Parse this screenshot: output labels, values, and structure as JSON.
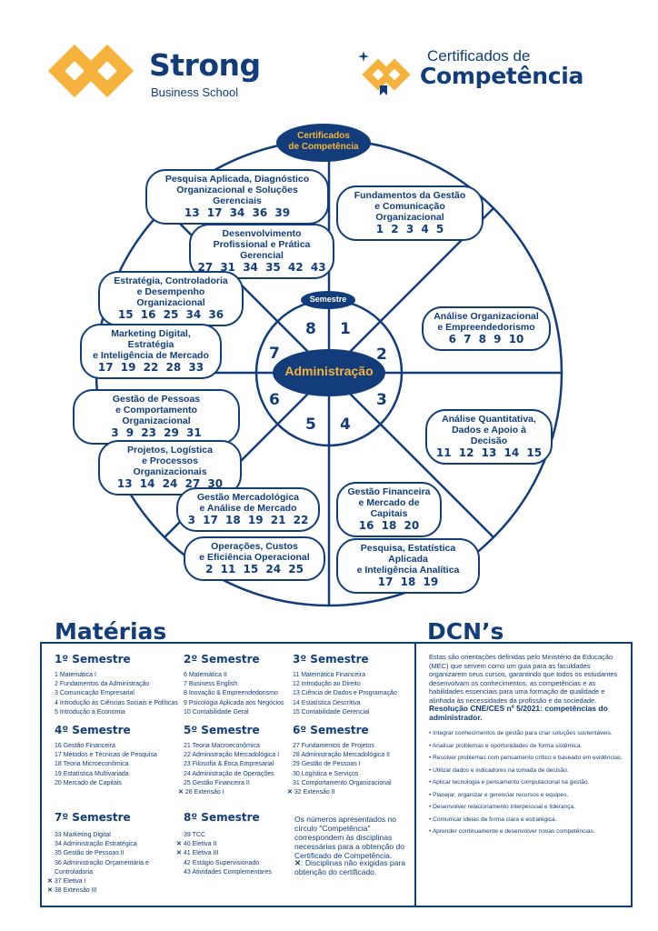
{
  "header": {
    "brand_name": "Strong",
    "brand_sub": "Business School",
    "cert_line1": "Certificados de",
    "cert_line2": "Competência",
    "colors": {
      "primary": "#123d7a",
      "accent": "#f5b33e"
    }
  },
  "diagram": {
    "top_label": "Certificados\nde Competência",
    "center_label": "Administração",
    "ring_label": "Semestre",
    "semesters": [
      "1",
      "2",
      "3",
      "4",
      "5",
      "6",
      "7",
      "8"
    ],
    "pills": [
      {
        "title": "Pesquisa Aplicada, Diagnóstico\nOrganizacional e Soluções Gerenciais",
        "nums": "13 17 34 36 39"
      },
      {
        "title": "Fundamentos da Gestão\ne Comunicação Organizacional",
        "nums": "1 2 3 4 5"
      },
      {
        "title": "Desenvolvimento\nProfissional e Prática Gerencial",
        "nums": "27 31 34 35 42 43"
      },
      {
        "title": "Estratégia, Controladoria\ne Desempenho Organizacional",
        "nums": "15 16 25 34 36"
      },
      {
        "title": "Análise Organizacional\ne Empreendedorismo",
        "nums": "6 7 8 9 10"
      },
      {
        "title": "Marketing Digital, Estratégia\ne Inteligência de Mercado",
        "nums": "17 19 22 28 33"
      },
      {
        "title": "Gestão de Pessoas\ne Comportamento Organizacional",
        "nums": "3 9 23 29 31"
      },
      {
        "title": "Análise Quantitativa,\nDados e Apoio à Decisão",
        "nums": "11 12 13 14 15"
      },
      {
        "title": "Projetos, Logística\ne Processos Organizacionais",
        "nums": "13 14 24 27 30"
      },
      {
        "title": "Gestão Mercadológica\ne Análise de Mercado",
        "nums": "3 17 18 19 21 22"
      },
      {
        "title": "Gestão Financeira\ne Mercado de Capitais",
        "nums": "16 18 20"
      },
      {
        "title": "Operações, Custos\ne Eficiência Operacional",
        "nums": "2 11 15 24 25"
      },
      {
        "title": "Pesquisa, Estatística Aplicada\ne Inteligência Analítica",
        "nums": "17 18 19"
      }
    ]
  },
  "materias": {
    "heading": "Matérias",
    "semesters": [
      {
        "title": "1º Semestre",
        "items": [
          {
            "x": false,
            "label": "1 Matemática I"
          },
          {
            "x": false,
            "label": "2 Fundamentos da Administração"
          },
          {
            "x": false,
            "label": "3 Comunicação Empresarial"
          },
          {
            "x": false,
            "label": "4 Introdução às Ciências Sociais e Políticas"
          },
          {
            "x": false,
            "label": "5 Introdução à Economia"
          }
        ]
      },
      {
        "title": "2º Semestre",
        "items": [
          {
            "x": false,
            "label": "6 Matemática II"
          },
          {
            "x": false,
            "label": "7 Business English"
          },
          {
            "x": false,
            "label": "8 Inovação & Empreendedorismo"
          },
          {
            "x": false,
            "label": "9 Psicologia Aplicada aos Negócios"
          },
          {
            "x": false,
            "label": "10 Contabilidade Geral"
          }
        ]
      },
      {
        "title": "3º Semestre",
        "items": [
          {
            "x": false,
            "label": "11 Matemática Financeira"
          },
          {
            "x": false,
            "label": "12 Introdução ao Direito"
          },
          {
            "x": false,
            "label": "13 Ciência de Dados e Programação"
          },
          {
            "x": false,
            "label": "14 Estatística Descritiva"
          },
          {
            "x": false,
            "label": "15 Contabilidade Gerencial"
          }
        ]
      },
      {
        "title": "4º Semestre",
        "items": [
          {
            "x": false,
            "label": "16 Gestão Financeira"
          },
          {
            "x": false,
            "label": "17 Métodos e Técnicas de Pesquisa"
          },
          {
            "x": false,
            "label": "18 Teoria Microeconômica"
          },
          {
            "x": false,
            "label": "19 Estatística Multivariada"
          },
          {
            "x": false,
            "label": "20 Mercado de Capitais"
          }
        ]
      },
      {
        "title": "5º Semestre",
        "items": [
          {
            "x": false,
            "label": "21 Teoria Macroeconômica"
          },
          {
            "x": false,
            "label": "22 Administração Mercadológica I"
          },
          {
            "x": false,
            "label": "23 Filosofia & Ética Empresarial"
          },
          {
            "x": false,
            "label": "24 Administração de Operações"
          },
          {
            "x": false,
            "label": "25 Gestão Financeira II"
          },
          {
            "x": true,
            "label": "26 Extensão I"
          }
        ]
      },
      {
        "title": "6º Semestre",
        "items": [
          {
            "x": false,
            "label": "27 Fundamentos de Projetos"
          },
          {
            "x": false,
            "label": "28 Administração Mercadológica II"
          },
          {
            "x": false,
            "label": "29 Gestão de Pessoas I"
          },
          {
            "x": false,
            "label": "30 Logística e Serviços"
          },
          {
            "x": false,
            "label": "31 Comportamento Organizacional"
          },
          {
            "x": true,
            "label": "32 Extensão II"
          }
        ]
      },
      {
        "title": "7º Semestre",
        "items": [
          {
            "x": false,
            "label": "33 Marketing Digital"
          },
          {
            "x": false,
            "label": "34 Administração Estratégica"
          },
          {
            "x": false,
            "label": "35 Gestão de Pessoas II"
          },
          {
            "x": false,
            "label": "36 Administração Orçamentária e Controladoria"
          },
          {
            "x": true,
            "label": "37 Eletiva I"
          },
          {
            "x": true,
            "label": "38 Extensão III"
          }
        ]
      },
      {
        "title": "8º Semestre",
        "items": [
          {
            "x": false,
            "label": "39 TCC"
          },
          {
            "x": true,
            "label": "40 Eletiva II"
          },
          {
            "x": true,
            "label": "41 Eletiva III"
          },
          {
            "x": false,
            "label": "42 Estágio Supervisionado"
          },
          {
            "x": false,
            "label": "43 Atividades Complementares"
          }
        ]
      }
    ],
    "note": "Os números apresentados no círculo \"Competência\" correspondem às disciplinas necessárias para a obtenção do Certificado de Competência.",
    "x_mark": "✕",
    "x_note": ": Disciplinas não exigidas para obtenção do certificado."
  },
  "dcns": {
    "heading": "DCN’s",
    "intro": "Estas são orientações definidas pelo Ministério da Educação (MEC) que servem como um guia para as faculdades organizarem seus cursos, garantindo que todos os estudantes desenvolvam os conhecimentos, as competências e as habilidades essenciais para uma formação de qualidade e alinhada às necessidades da profissão e da sociedade.",
    "resolution": "Resolução CNE/CES nº 5/2021: competências do administrador.",
    "bullets": [
      "Integrar conhecimentos de gestão para criar soluções sustentáveis.",
      "Analisar problemas e oportunidades de forma sistêmica.",
      "Resolver problemas com pensamento crítico e baseado em evidências.",
      "Utilizar dados e indicadores na tomada de decisão.",
      "Aplicar tecnologia e pensamento computacional na gestão.",
      "Planejar, organizar e gerenciar recursos e equipes.",
      "Desenvolver relacionamento interpessoal e liderança.",
      "Comunicar ideias de forma clara e estratégica.",
      "Aprender continuamente e desenvolver novas competências."
    ]
  }
}
